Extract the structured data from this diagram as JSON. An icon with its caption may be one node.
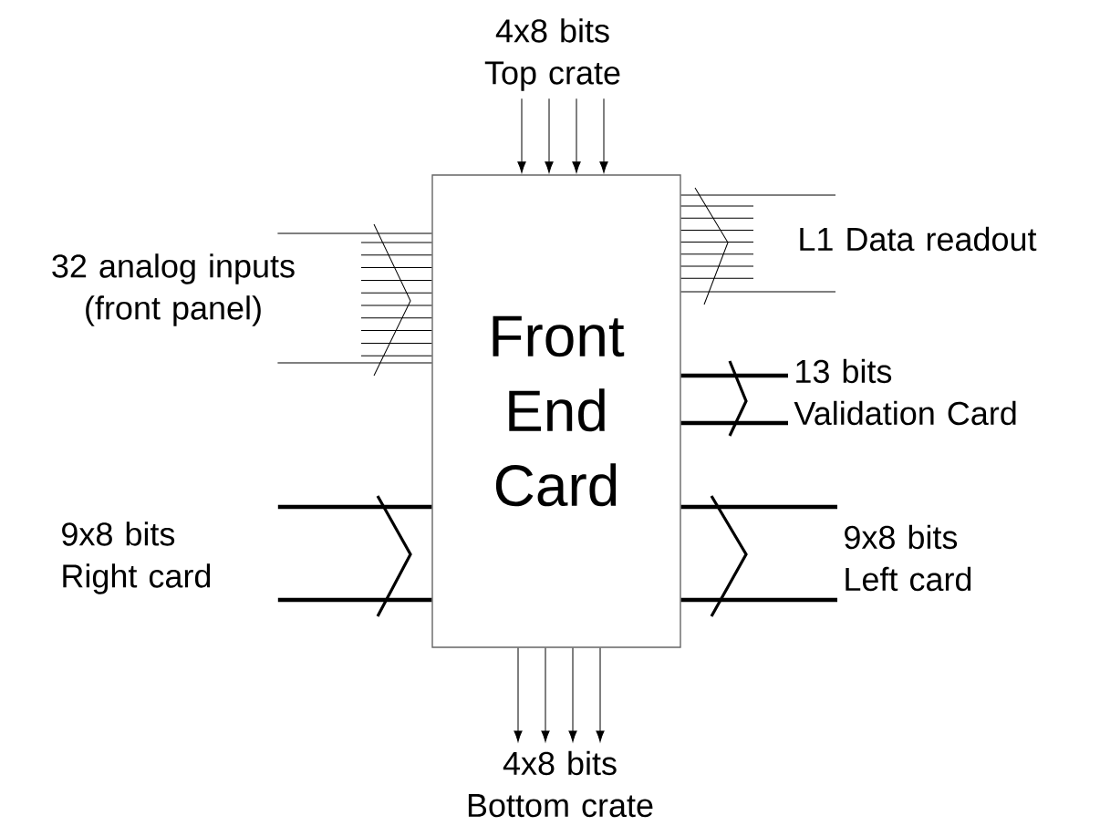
{
  "diagram": {
    "nodes": [
      {
        "text": [
          "Front End Card"
        ]
      },
      {
        "text": [
          "4x8 bits Top crate"
        ]
      },
      {
        "text": [
          "4x8 bits Bottom crate"
        ]
      },
      {
        "text": [
          "32 analog inputs (front panel)"
        ]
      },
      {
        "text": [
          "L1 Data readout"
        ]
      },
      {
        "text": [
          "13 bits Validation Card"
        ]
      },
      {
        "text": [
          "9x8 bits Right card"
        ]
      },
      {
        "text": [
          "9x8 bits Left card"
        ]
      }
    ],
    "edges": [
      {
        "from": 1,
        "to": 0,
        "arrow": "to"
      },
      {
        "from": 1,
        "to": 0,
        "arrow": "to"
      },
      {
        "from": 1,
        "to": 0,
        "arrow": "to"
      },
      {
        "from": 1,
        "to": 0,
        "arrow": "to"
      },
      {
        "from": 0,
        "to": 2,
        "arrow": "to"
      },
      {
        "from": 0,
        "to": 2,
        "arrow": "to"
      },
      {
        "from": 0,
        "to": 2,
        "arrow": "to"
      },
      {
        "from": 0,
        "to": 2,
        "arrow": "to"
      },
      {
        "from": 3,
        "to": 0,
        "arrow": "none"
      },
      {
        "from": 3,
        "to": 0,
        "arrow": "none"
      },
      {
        "from": 0,
        "to": 4,
        "arrow": "none"
      },
      {
        "from": 0,
        "to": 4,
        "arrow": "none"
      },
      {
        "from": 0,
        "to": 5,
        "arrow": "none",
        "style": "thick"
      },
      {
        "from": 0,
        "to": 5,
        "arrow": "none",
        "style": "thick"
      },
      {
        "from": 6,
        "to": 0,
        "arrow": "none",
        "style": "thick"
      },
      {
        "from": 6,
        "to": 0,
        "arrow": "none",
        "style": "thick"
      },
      {
        "from": 0,
        "to": 7,
        "arrow": "none",
        "style": "thick"
      },
      {
        "from": 0,
        "to": 7,
        "arrow": "none",
        "style": "thick"
      }
    ]
  }
}
